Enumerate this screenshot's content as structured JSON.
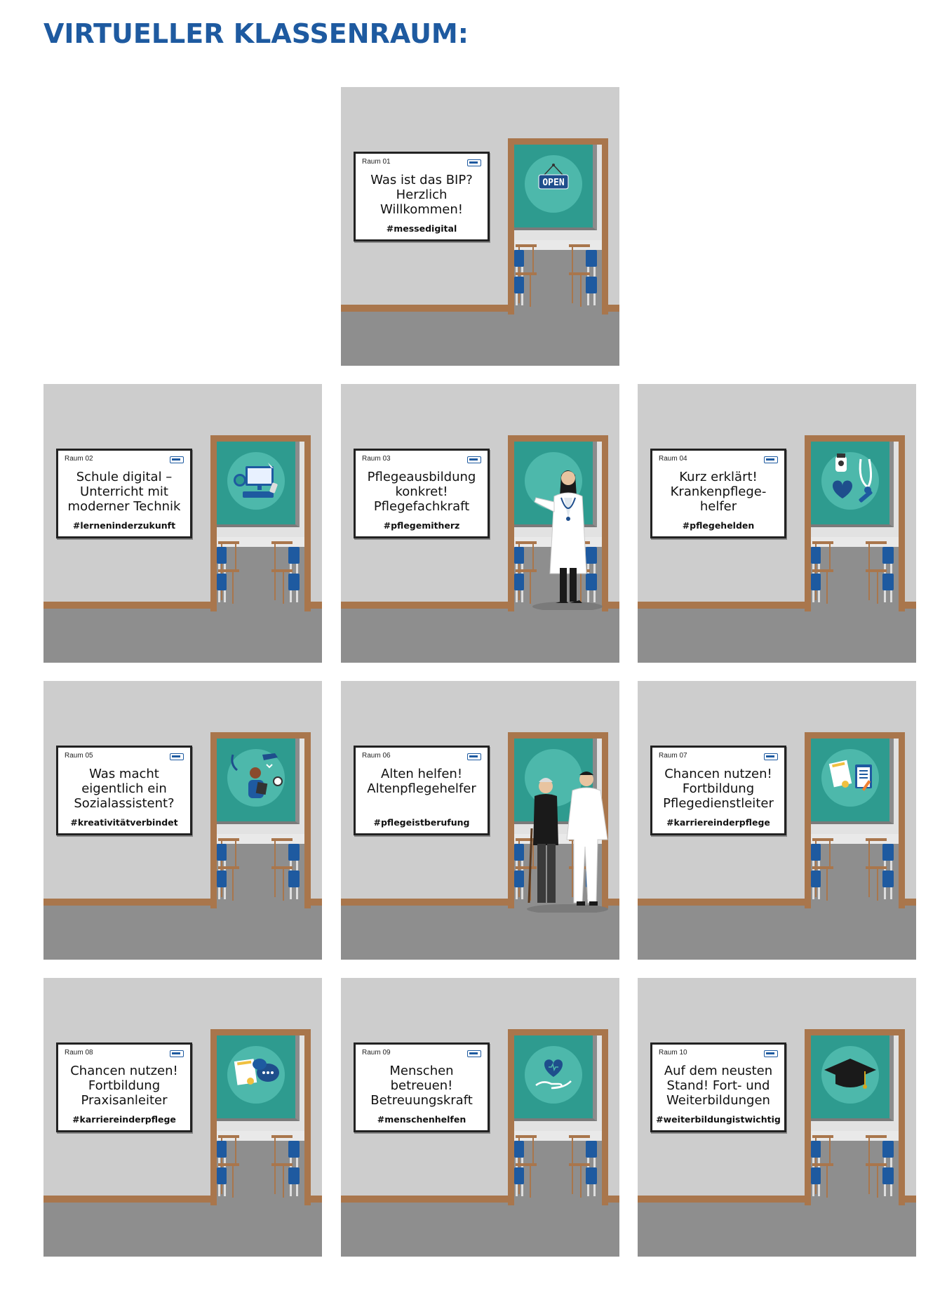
{
  "page": {
    "title": "VIRTUELLER KLASSENRAUM:"
  },
  "rooms": [
    {
      "room_label": "Raum 01",
      "headline": "Was ist das BIP?\nHerzlich\nWillkommen!",
      "hashtag": "#messedigital",
      "board_icon": "open-sign-icon"
    },
    {
      "room_label": "Raum 02",
      "headline": "Schule digital –\nUnterricht mit\nmoderner Technik",
      "hashtag": "#lerneninderzukunft",
      "board_icon": "computer-icon"
    },
    {
      "room_label": "Raum 03",
      "headline": "Pflegeausbildung\nkonkret!\nPflegefachkraft",
      "hashtag": "#pflegemitherz",
      "board_icon": "doctor-figure"
    },
    {
      "room_label": "Raum 04",
      "headline": "Kurz erklärt!\nKrankenpflege-\nhelfer",
      "hashtag": "#pflegehelden",
      "board_icon": "medical-equipment-icon"
    },
    {
      "room_label": "Raum 05",
      "headline": "Was macht\neigentlich ein\nSozialassistent?",
      "hashtag": "#kreativitätverbindet",
      "board_icon": "nurse-clipboard-icon"
    },
    {
      "room_label": "Raum 06",
      "headline": "Alten helfen!\nAltenpflegehelfer",
      "hashtag": "#pflegeistberufung",
      "board_icon": "caregiver-elderly-figure"
    },
    {
      "room_label": "Raum 07",
      "headline": "Chancen nutzen!\nFortbildung\nPflegedienstleiter",
      "hashtag": "#karriereinderpflege",
      "board_icon": "certificate-clipboard-icon"
    },
    {
      "room_label": "Raum 08",
      "headline": "Chancen nutzen!\nFortbildung\nPraxisanleiter",
      "hashtag": "#karriereinderpflege",
      "board_icon": "certificate-chat-icon"
    },
    {
      "room_label": "Raum 09",
      "headline": "Menschen\nbetreuen!\nBetreuungskraft",
      "hashtag": "#menschenhelfen",
      "board_icon": "heart-hand-icon"
    },
    {
      "room_label": "Raum 10",
      "headline": "Auf dem neusten\nStand! Fort- und\nWeiterbildungen",
      "hashtag": "#weiterbildungistwichtig",
      "board_icon": "graduation-cap-icon"
    }
  ],
  "colors": {
    "title": "#1e5aa0",
    "wall": "#cdcdcd",
    "floor": "#8e8e8e",
    "door_frame": "#a9764c",
    "board": "#2e9b8f",
    "chair": "#1e5aa0"
  }
}
